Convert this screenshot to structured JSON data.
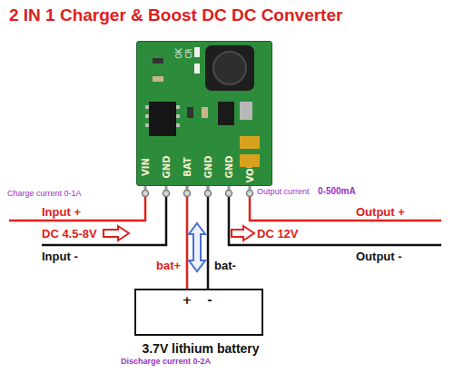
{
  "diagram": {
    "title": "2 IN 1 Charger & Boost DC DC Converter",
    "nodes": [
      {
        "text": [
          "OK",
          "CR",
          "VIN",
          "GND",
          "BAT",
          "GND",
          "GND",
          "VOUT"
        ]
      },
      {
        "text": [
          "+",
          "-",
          "3.7V lithium battery"
        ]
      }
    ],
    "edges": [
      {
        "from": 0,
        "to": 1,
        "label": "bat+",
        "arrow": "none"
      },
      {
        "from": 0,
        "to": 1,
        "label": "bat-",
        "arrow": "none"
      }
    ],
    "labels": [
      "Charge current 0-1A",
      "Input +",
      "DC 4.5-8V",
      "Input -",
      "Output current",
      "0-500mA",
      "Output +",
      "DC 12V",
      "Output -",
      "Discharge current 0-2A"
    ]
  }
}
